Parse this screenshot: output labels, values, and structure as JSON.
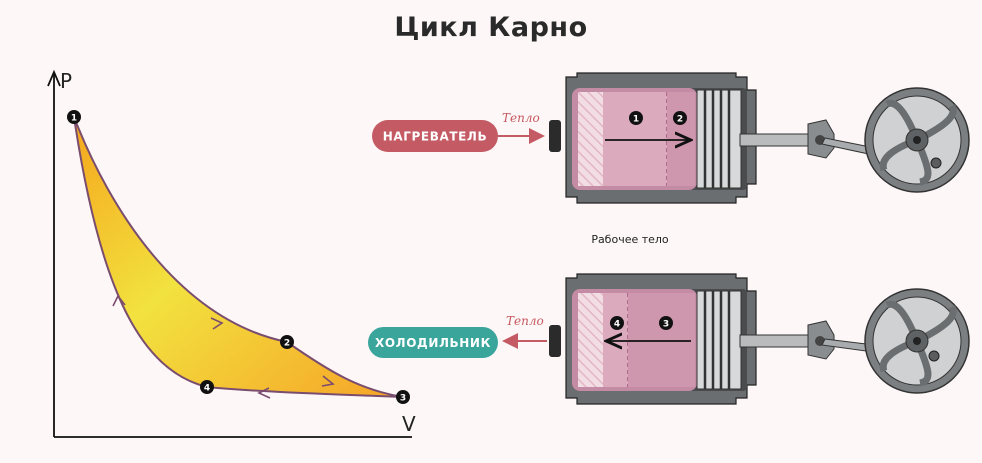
{
  "title": "Цикл Карно",
  "pv_diagram": {
    "p_label": "P",
    "v_label": "V",
    "points": [
      "1",
      "2",
      "3",
      "4"
    ]
  },
  "engine_heating": {
    "source_label": "НАГРЕВАТЕЛЬ",
    "heat_label": "Тепло",
    "from_point": "1",
    "to_point": "2",
    "color": "#c45b64"
  },
  "engine_cooling": {
    "sink_label": "ХОЛОДИЛЬНИК",
    "heat_label": "Тепло",
    "from_point": "3",
    "to_point": "4",
    "color": "#3aa59b"
  },
  "working_body_label": "Рабочее тело",
  "colors": {
    "cycle_fill_start": "#f5a71e",
    "cycle_fill_end": "#f1ec45",
    "cycle_stroke": "#7a4d6e",
    "cylinder": "#6b6e70",
    "gas": "#d9a3b8"
  }
}
